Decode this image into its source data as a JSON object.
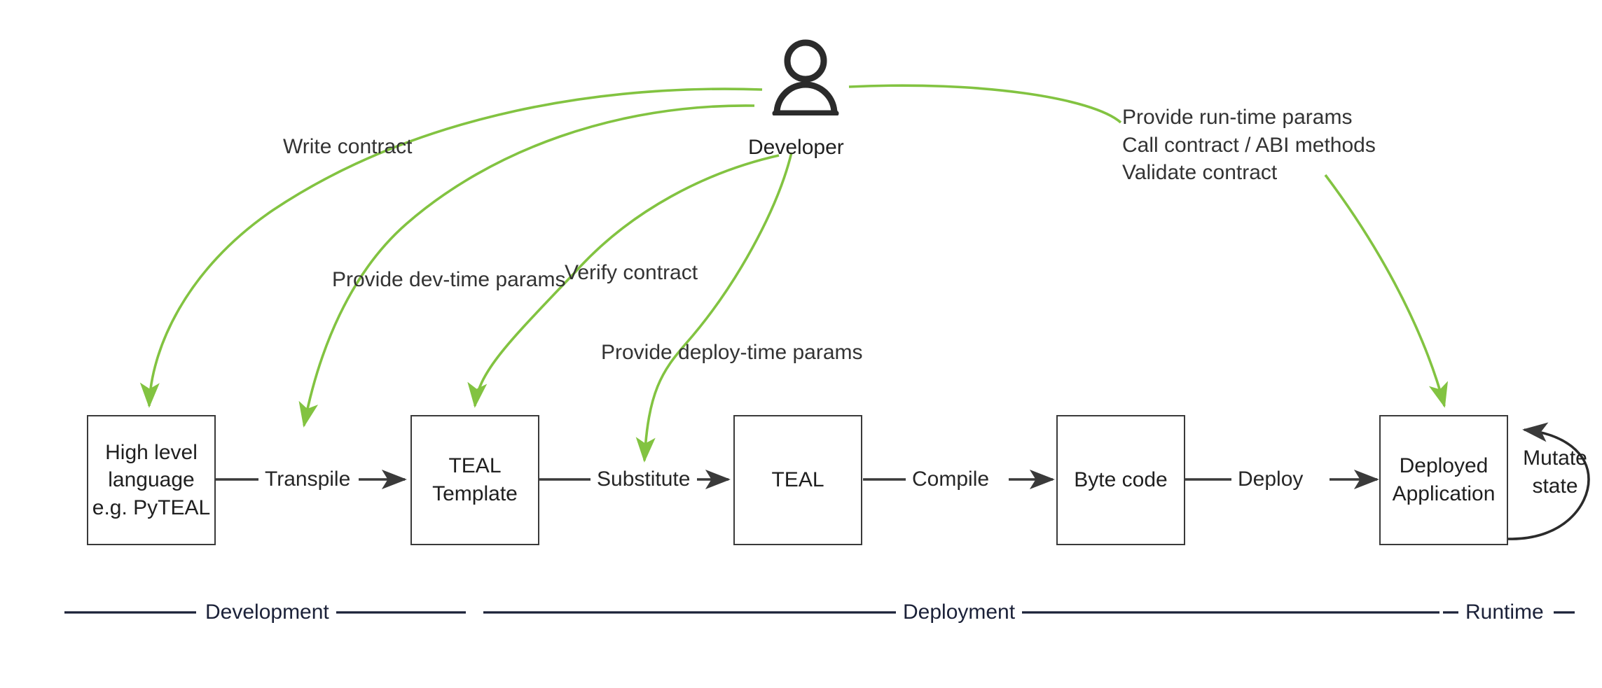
{
  "diagram": {
    "title": "Algorand smart contract development lifecycle",
    "colors": {
      "flow_arrow": "#3a3a3a",
      "actor_arrow": "#82c341",
      "box_border": "#3a3a3a",
      "text": "#262626",
      "phase_text": "#1b2138",
      "background": "#ffffff"
    },
    "actor": {
      "name": "Developer",
      "icon": "person-icon"
    },
    "nodes": [
      {
        "id": "high-level-language",
        "label": "High level\nlanguage\ne.g. PyTEAL"
      },
      {
        "id": "teal-template",
        "label": "TEAL\nTemplate"
      },
      {
        "id": "teal",
        "label": "TEAL"
      },
      {
        "id": "byte-code",
        "label": "Byte code"
      },
      {
        "id": "deployed-application",
        "label": "Deployed\nApplication"
      }
    ],
    "flow_labels": [
      {
        "id": "transpile",
        "label": "Transpile"
      },
      {
        "id": "substitute",
        "label": "Substitute"
      },
      {
        "id": "compile",
        "label": "Compile"
      },
      {
        "id": "deploy",
        "label": "Deploy"
      }
    ],
    "self_loop": {
      "id": "mutate-state",
      "label": "Mutate\nstate"
    },
    "actor_actions": [
      {
        "id": "write-contract",
        "label": "Write contract",
        "target": "high-level-language"
      },
      {
        "id": "provide-dev-time-params",
        "label": "Provide dev-time params",
        "target": "transpile"
      },
      {
        "id": "verify-contract",
        "label": "Verify contract",
        "target": "teal-template"
      },
      {
        "id": "provide-deploy-time-params",
        "label": "Provide deploy-time params",
        "target": "substitute"
      }
    ],
    "runtime_actions": {
      "id": "runtime-actions",
      "lines": [
        "Provide run-time params",
        "Call contract / ABI methods",
        "Validate contract"
      ],
      "target": "deployed-application"
    },
    "phases": [
      {
        "id": "development",
        "label": "Development"
      },
      {
        "id": "deployment",
        "label": "Deployment"
      },
      {
        "id": "runtime",
        "label": "Runtime"
      }
    ]
  }
}
